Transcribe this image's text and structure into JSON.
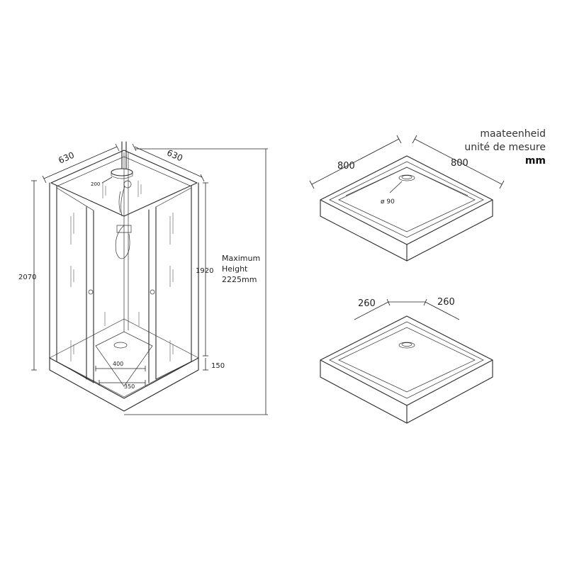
{
  "cabin": {
    "width_left": "630",
    "width_right": "630",
    "total_height": "2070",
    "door_height": "1920",
    "tray_height": "150",
    "shower_head": "200",
    "entrance_upper": "400",
    "entrance_lower": "350",
    "max_height_line1": "Maximum",
    "max_height_line2": "Height",
    "max_height_line3": "2225mm"
  },
  "tray_top": {
    "width_left": "800",
    "width_right": "800",
    "drain": "ø 90"
  },
  "tray_bottom": {
    "offset_left": "260",
    "offset_right": "260"
  },
  "units": {
    "dutch": "maateenheid",
    "french": "unité de mesure",
    "unit": "mm"
  }
}
